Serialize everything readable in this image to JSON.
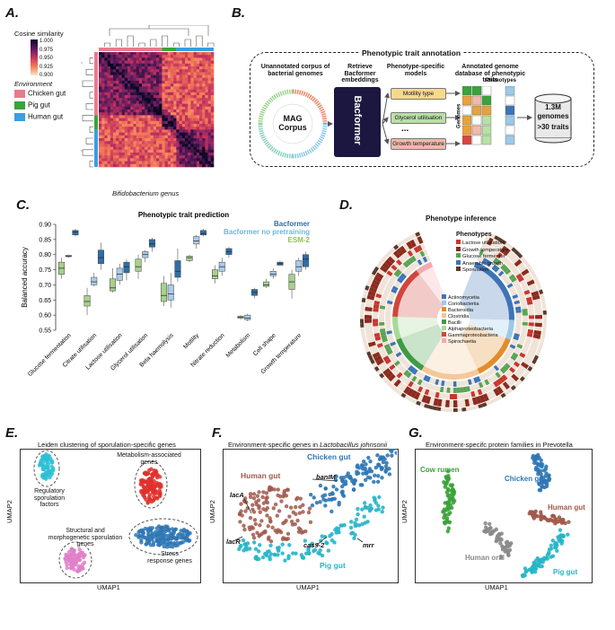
{
  "panelA": {
    "label": "A.",
    "cbar_title": "Cosine similarity",
    "cbar_ticks": [
      "1.000",
      "0.975",
      "0.950",
      "0.925",
      "0.900"
    ],
    "env_title": "Environment",
    "envs": [
      {
        "name": "Chicken gut",
        "color": "#e97a8e"
      },
      {
        "name": "Pig gut",
        "color": "#3aa33a"
      },
      {
        "name": "Human gut",
        "color": "#3a9ee0"
      }
    ],
    "xlabel": "Bifidobacterium genus"
  },
  "panelB": {
    "label": "B.",
    "title": "Phenotypic trait annotation",
    "col1": "Unannotated corpus of bacterial genomes",
    "col2": "Retrieve Bacformer embeddings",
    "col3": "Phenotype-specific models",
    "col4": "Annotated genome database of phenotypic traits",
    "mag": "MAG Corpus",
    "bacformer": "Bacformer",
    "models": [
      {
        "name": "Motility type",
        "color": "#f7d98a"
      },
      {
        "name": "Glycerol utilisation",
        "color": "#b9e0a5"
      },
      {
        "name": "Growth temperature",
        "color": "#f2b8ad"
      }
    ],
    "dots": "...",
    "phenotypes": "Phenotypes",
    "genomes": "Genomes",
    "db_line1": "1.3M",
    "db_line2": "genomes",
    "db_line3": ">30 traits"
  },
  "panelC": {
    "label": "C.",
    "chart_data": {
      "type": "box",
      "title": "Phenotypic trait prediction",
      "ylabel": "Balanced accuracy",
      "ylim": [
        0.55,
        0.9
      ],
      "yticks": [
        0.55,
        0.6,
        0.65,
        0.7,
        0.75,
        0.8,
        0.85,
        0.9
      ],
      "categories": [
        "Glucose fermentation",
        "Citrate utilisation",
        "Lactose utilisation",
        "Glycerol utilisation",
        "Beta haemolysis",
        "Motility",
        "Nitrate reduction",
        "Metabolism",
        "Cell shape",
        "Growth temperature"
      ],
      "series": [
        {
          "name": "ESM-2",
          "color": "#a8d08d",
          "boxes": [
            {
              "min": 0.72,
              "q1": 0.735,
              "med": 0.755,
              "q3": 0.775,
              "max": 0.79
            },
            {
              "min": 0.6,
              "q1": 0.63,
              "med": 0.645,
              "q3": 0.665,
              "max": 0.69
            },
            {
              "min": 0.675,
              "q1": 0.68,
              "med": 0.69,
              "q3": 0.72,
              "max": 0.755
            },
            {
              "min": 0.72,
              "q1": 0.745,
              "med": 0.76,
              "q3": 0.785,
              "max": 0.8
            },
            {
              "min": 0.63,
              "q1": 0.645,
              "med": 0.665,
              "q3": 0.705,
              "max": 0.73
            },
            {
              "min": 0.775,
              "q1": 0.78,
              "med": 0.79,
              "q3": 0.795,
              "max": 0.8
            },
            {
              "min": 0.705,
              "q1": 0.72,
              "med": 0.73,
              "q3": 0.75,
              "max": 0.765
            },
            {
              "min": 0.585,
              "q1": 0.59,
              "med": 0.593,
              "q3": 0.597,
              "max": 0.6
            },
            {
              "min": 0.69,
              "q1": 0.695,
              "med": 0.7,
              "q3": 0.71,
              "max": 0.72
            },
            {
              "min": 0.655,
              "q1": 0.685,
              "med": 0.71,
              "q3": 0.735,
              "max": 0.75
            }
          ]
        },
        {
          "name": "Bacformer no pretraining",
          "color": "#a9cce8",
          "boxes": [
            {
              "min": 0.79,
              "q1": 0.793,
              "med": 0.795,
              "q3": 0.798,
              "max": 0.8
            },
            {
              "min": 0.695,
              "q1": 0.7,
              "med": 0.71,
              "q3": 0.725,
              "max": 0.74
            },
            {
              "min": 0.7,
              "q1": 0.715,
              "med": 0.735,
              "q3": 0.755,
              "max": 0.77
            },
            {
              "min": 0.775,
              "q1": 0.79,
              "med": 0.8,
              "q3": 0.81,
              "max": 0.815
            },
            {
              "min": 0.625,
              "q1": 0.65,
              "med": 0.67,
              "q3": 0.7,
              "max": 0.74
            },
            {
              "min": 0.82,
              "q1": 0.835,
              "med": 0.845,
              "q3": 0.86,
              "max": 0.865
            },
            {
              "min": 0.73,
              "q1": 0.745,
              "med": 0.76,
              "q3": 0.775,
              "max": 0.79
            },
            {
              "min": 0.58,
              "q1": 0.585,
              "med": 0.59,
              "q3": 0.6,
              "max": 0.605
            },
            {
              "min": 0.72,
              "q1": 0.73,
              "med": 0.735,
              "q3": 0.745,
              "max": 0.755
            },
            {
              "min": 0.73,
              "q1": 0.745,
              "med": 0.76,
              "q3": 0.78,
              "max": 0.79
            }
          ]
        },
        {
          "name": "Bacformer",
          "color": "#2f6ea6",
          "boxes": [
            {
              "min": 0.86,
              "q1": 0.865,
              "med": 0.875,
              "q3": 0.88,
              "max": 0.885
            },
            {
              "min": 0.75,
              "q1": 0.77,
              "med": 0.79,
              "q3": 0.815,
              "max": 0.84
            },
            {
              "min": 0.715,
              "q1": 0.74,
              "med": 0.76,
              "q3": 0.775,
              "max": 0.785
            },
            {
              "min": 0.81,
              "q1": 0.825,
              "med": 0.835,
              "q3": 0.85,
              "max": 0.855
            },
            {
              "min": 0.71,
              "q1": 0.725,
              "med": 0.745,
              "q3": 0.78,
              "max": 0.82
            },
            {
              "min": 0.86,
              "q1": 0.865,
              "med": 0.87,
              "q3": 0.88,
              "max": 0.885
            },
            {
              "min": 0.79,
              "q1": 0.8,
              "med": 0.81,
              "q3": 0.82,
              "max": 0.825
            },
            {
              "min": 0.655,
              "q1": 0.665,
              "med": 0.675,
              "q3": 0.685,
              "max": 0.69
            },
            {
              "min": 0.765,
              "q1": 0.765,
              "med": 0.77,
              "q3": 0.775,
              "max": 0.78
            },
            {
              "min": 0.75,
              "q1": 0.76,
              "med": 0.785,
              "q3": 0.8,
              "max": 0.81
            }
          ]
        }
      ]
    }
  },
  "panelD": {
    "label": "D.",
    "title": "Phenotype inference",
    "phen_title": "Phenotypes",
    "phenotypes": [
      {
        "name": "Lactose utilisation",
        "color": "#c8372d"
      },
      {
        "name": "Growth temperature",
        "color": "#8c2b1f"
      },
      {
        "name": "Glucose fermenter",
        "color": "#5aa354"
      },
      {
        "name": "Anaerobic growth",
        "color": "#3d74b8"
      },
      {
        "name": "Sporulation",
        "color": "#5a3a2a"
      }
    ],
    "taxa": [
      {
        "name": "Actinomycetia",
        "color": "#3d74b8"
      },
      {
        "name": "Coriobacteriia",
        "color": "#9cc9e8"
      },
      {
        "name": "Bacteroidia",
        "color": "#e38c2b"
      },
      {
        "name": "Clostridia",
        "color": "#f5c89a"
      },
      {
        "name": "Bacilli",
        "color": "#3f9b43"
      },
      {
        "name": "Alphaproteobacteria",
        "color": "#a8d99a"
      },
      {
        "name": "Gammaproteobacteria",
        "color": "#d2453b"
      },
      {
        "name": "Spirochaetia",
        "color": "#f3a9b0"
      }
    ]
  },
  "panelE": {
    "label": "E.",
    "title": "Leiden clustering of sporulation-specific genes",
    "xlabel": "UMAP1",
    "ylabel": "UMAP2",
    "c1": "Regulatory sporulation factors",
    "c2": "Metabolism-associated genes",
    "c3": "Structural and morphogenetic sporulation genes",
    "c4": "Stress response genes"
  },
  "panelF": {
    "label": "F.",
    "title_pre": "Environment-specific genes in ",
    "title_species": "Lactobacillus johnsonii",
    "xlabel": "UMAP1",
    "ylabel": "UMAP2",
    "human": "Human gut",
    "chicken": "Chicken gut",
    "pig": "Pig gut",
    "genes": [
      "banIM",
      "lacA",
      "lacR",
      "cas9-2",
      "mrr"
    ]
  },
  "panelG": {
    "label": "G.",
    "title": "Environment-specifc protein families in Prevotella",
    "xlabel": "UMAP1",
    "ylabel": "UMAP2",
    "cow": "Cow rumen",
    "chicken": "Chicken gut",
    "human_gut": "Human gut",
    "human_oral": "Human oral",
    "pig": "Pig gut"
  }
}
